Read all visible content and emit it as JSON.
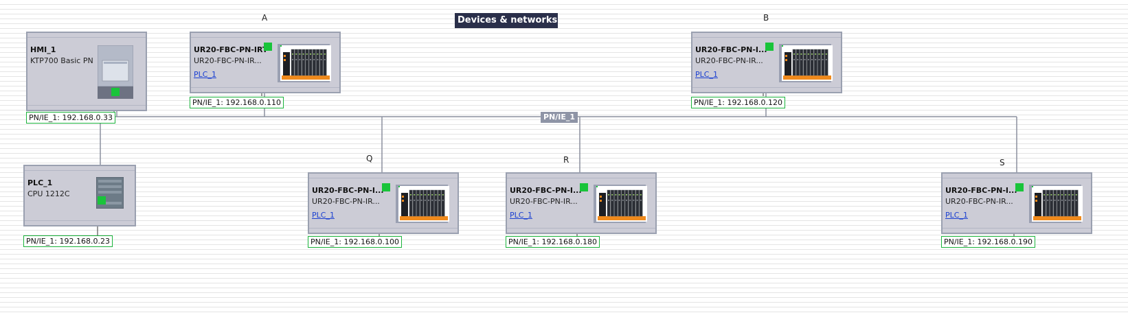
{
  "window": {
    "title": "Devices & networks"
  },
  "network": {
    "subnet_label": "PN/IE_1"
  },
  "devices": {
    "hmi": {
      "name": "HMI_1",
      "type": "KTP700 Basic PN",
      "address": "PN/IE_1:  192.168.0.33"
    },
    "plc": {
      "name": "PLC_1",
      "type": "CPU 1212C",
      "address": "PN/IE_1:  192.168.0.23"
    },
    "a": {
      "letter": "A",
      "name": "UR20-FBC-PN-IRT",
      "type": "UR20-FBC-PN-IR...",
      "link": "PLC_1",
      "address": "PN/IE_1:  192.168.0.110"
    },
    "b": {
      "letter": "B",
      "name": "UR20-FBC-PN-I...",
      "type": "UR20-FBC-PN-IR...",
      "link": "PLC_1",
      "address": "PN/IE_1:  192.168.0.120"
    },
    "q": {
      "letter": "Q",
      "name": "UR20-FBC-PN-I...",
      "type": "UR20-FBC-PN-IR...",
      "link": "PLC_1",
      "address": "PN/IE_1:  192.168.0.100"
    },
    "r": {
      "letter": "R",
      "name": "UR20-FBC-PN-I...",
      "type": "UR20-FBC-PN-IR...",
      "link": "PLC_1",
      "address": "PN/IE_1:  192.168.0.180"
    },
    "s": {
      "letter": "S",
      "name": "UR20-FBC-PN-I...",
      "type": "UR20-FBC-PN-IR...",
      "link": "PLC_1",
      "address": "PN/IE_1:  192.168.0.190"
    }
  },
  "colors": {
    "bus_line": "#8a8f9e",
    "port_green": "#19c43a",
    "address_border": "#19b33a",
    "link_blue": "#1a3fd1",
    "title_bar": "#2a2f4a"
  },
  "icons": {
    "hmi": "hmi-panel-icon",
    "plc": "plc-cpu-icon",
    "io": "io-module-rack-icon",
    "port": "profinet-port-icon"
  }
}
